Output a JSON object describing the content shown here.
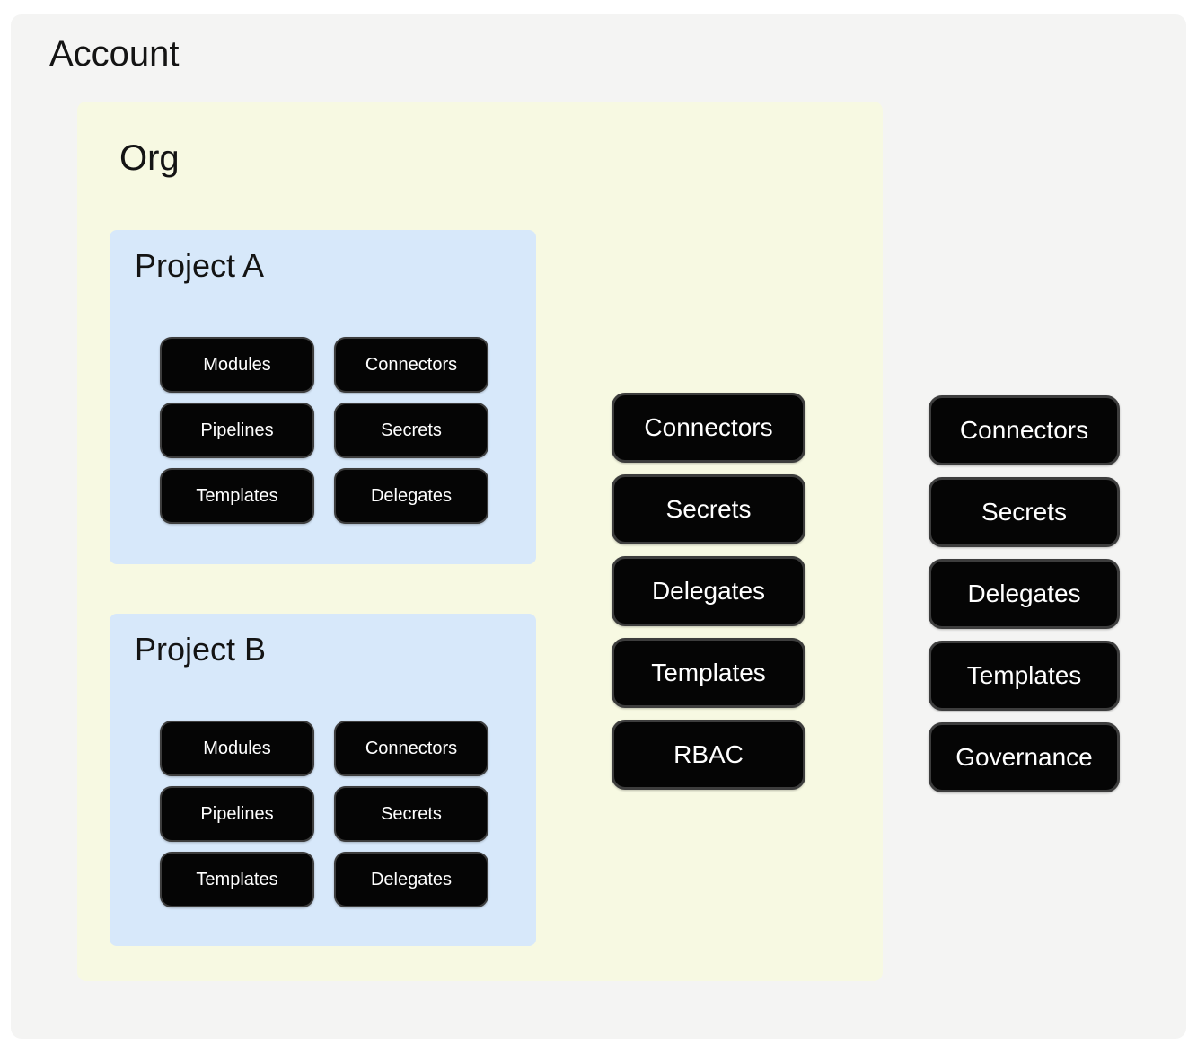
{
  "colors": {
    "page_bg": "#ffffff",
    "account_bg": "#f4f4f3",
    "org_bg": "#f7f9e2",
    "project_bg": "#d7e8fa",
    "pill_bg": "#050505",
    "pill_border": "#3d3d3d",
    "pill_text": "#ffffff",
    "title_text": "#141414"
  },
  "account": {
    "title": "Account",
    "resources": [
      "Connectors",
      "Secrets",
      "Delegates",
      "Templates",
      "Governance"
    ],
    "org": {
      "title": "Org",
      "resources": [
        "Connectors",
        "Secrets",
        "Delegates",
        "Templates",
        "RBAC"
      ],
      "projects": [
        {
          "title": "Project A",
          "resources": [
            "Modules",
            "Connectors",
            "Pipelines",
            "Secrets",
            "Templates",
            "Delegates"
          ]
        },
        {
          "title": "Project B",
          "resources": [
            "Modules",
            "Connectors",
            "Pipelines",
            "Secrets",
            "Templates",
            "Delegates"
          ]
        }
      ]
    }
  }
}
